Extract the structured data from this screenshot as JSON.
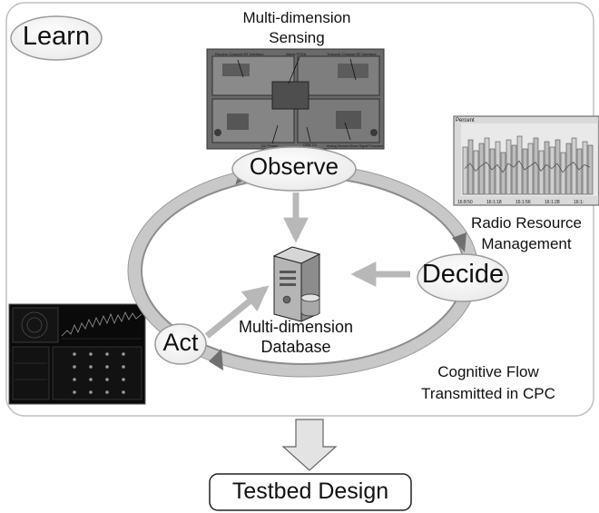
{
  "diagram": {
    "learn": "Learn",
    "sensing_title_line1": "Multi-dimension",
    "sensing_title_line2": "Sensing",
    "observe": "Observe",
    "decide": "Decide",
    "act": "Act",
    "database_line1": "Multi-dimension",
    "database_line2": "Database",
    "rrm_line1": "Radio Resource",
    "rrm_line2": "Management",
    "flow_line1": "Cognitive Flow",
    "flow_line2": "Transmitted in CPC",
    "testbed": "Testbed Design"
  },
  "board_labels": {
    "receive": "Receive Channel RF Interface",
    "fpga": "Altera FPGA",
    "transmit": "Transmit Channel RF Interface",
    "dc_power": "DC Power",
    "usb": "USB 2.0",
    "analog": "Analog Devices Mixed Signal Processor"
  },
  "rrm_chart": {
    "y_title": "Percent",
    "x_ticks": [
      "16:8:50",
      "16:1:18",
      "16:1:56",
      "16:1:28",
      "16:1:"
    ]
  },
  "colors": {
    "ring": "#c8c8c8",
    "ring_edge": "#8c8c8c",
    "arrow": "#b8b8b8",
    "panel_border": "#bfbfbf"
  }
}
